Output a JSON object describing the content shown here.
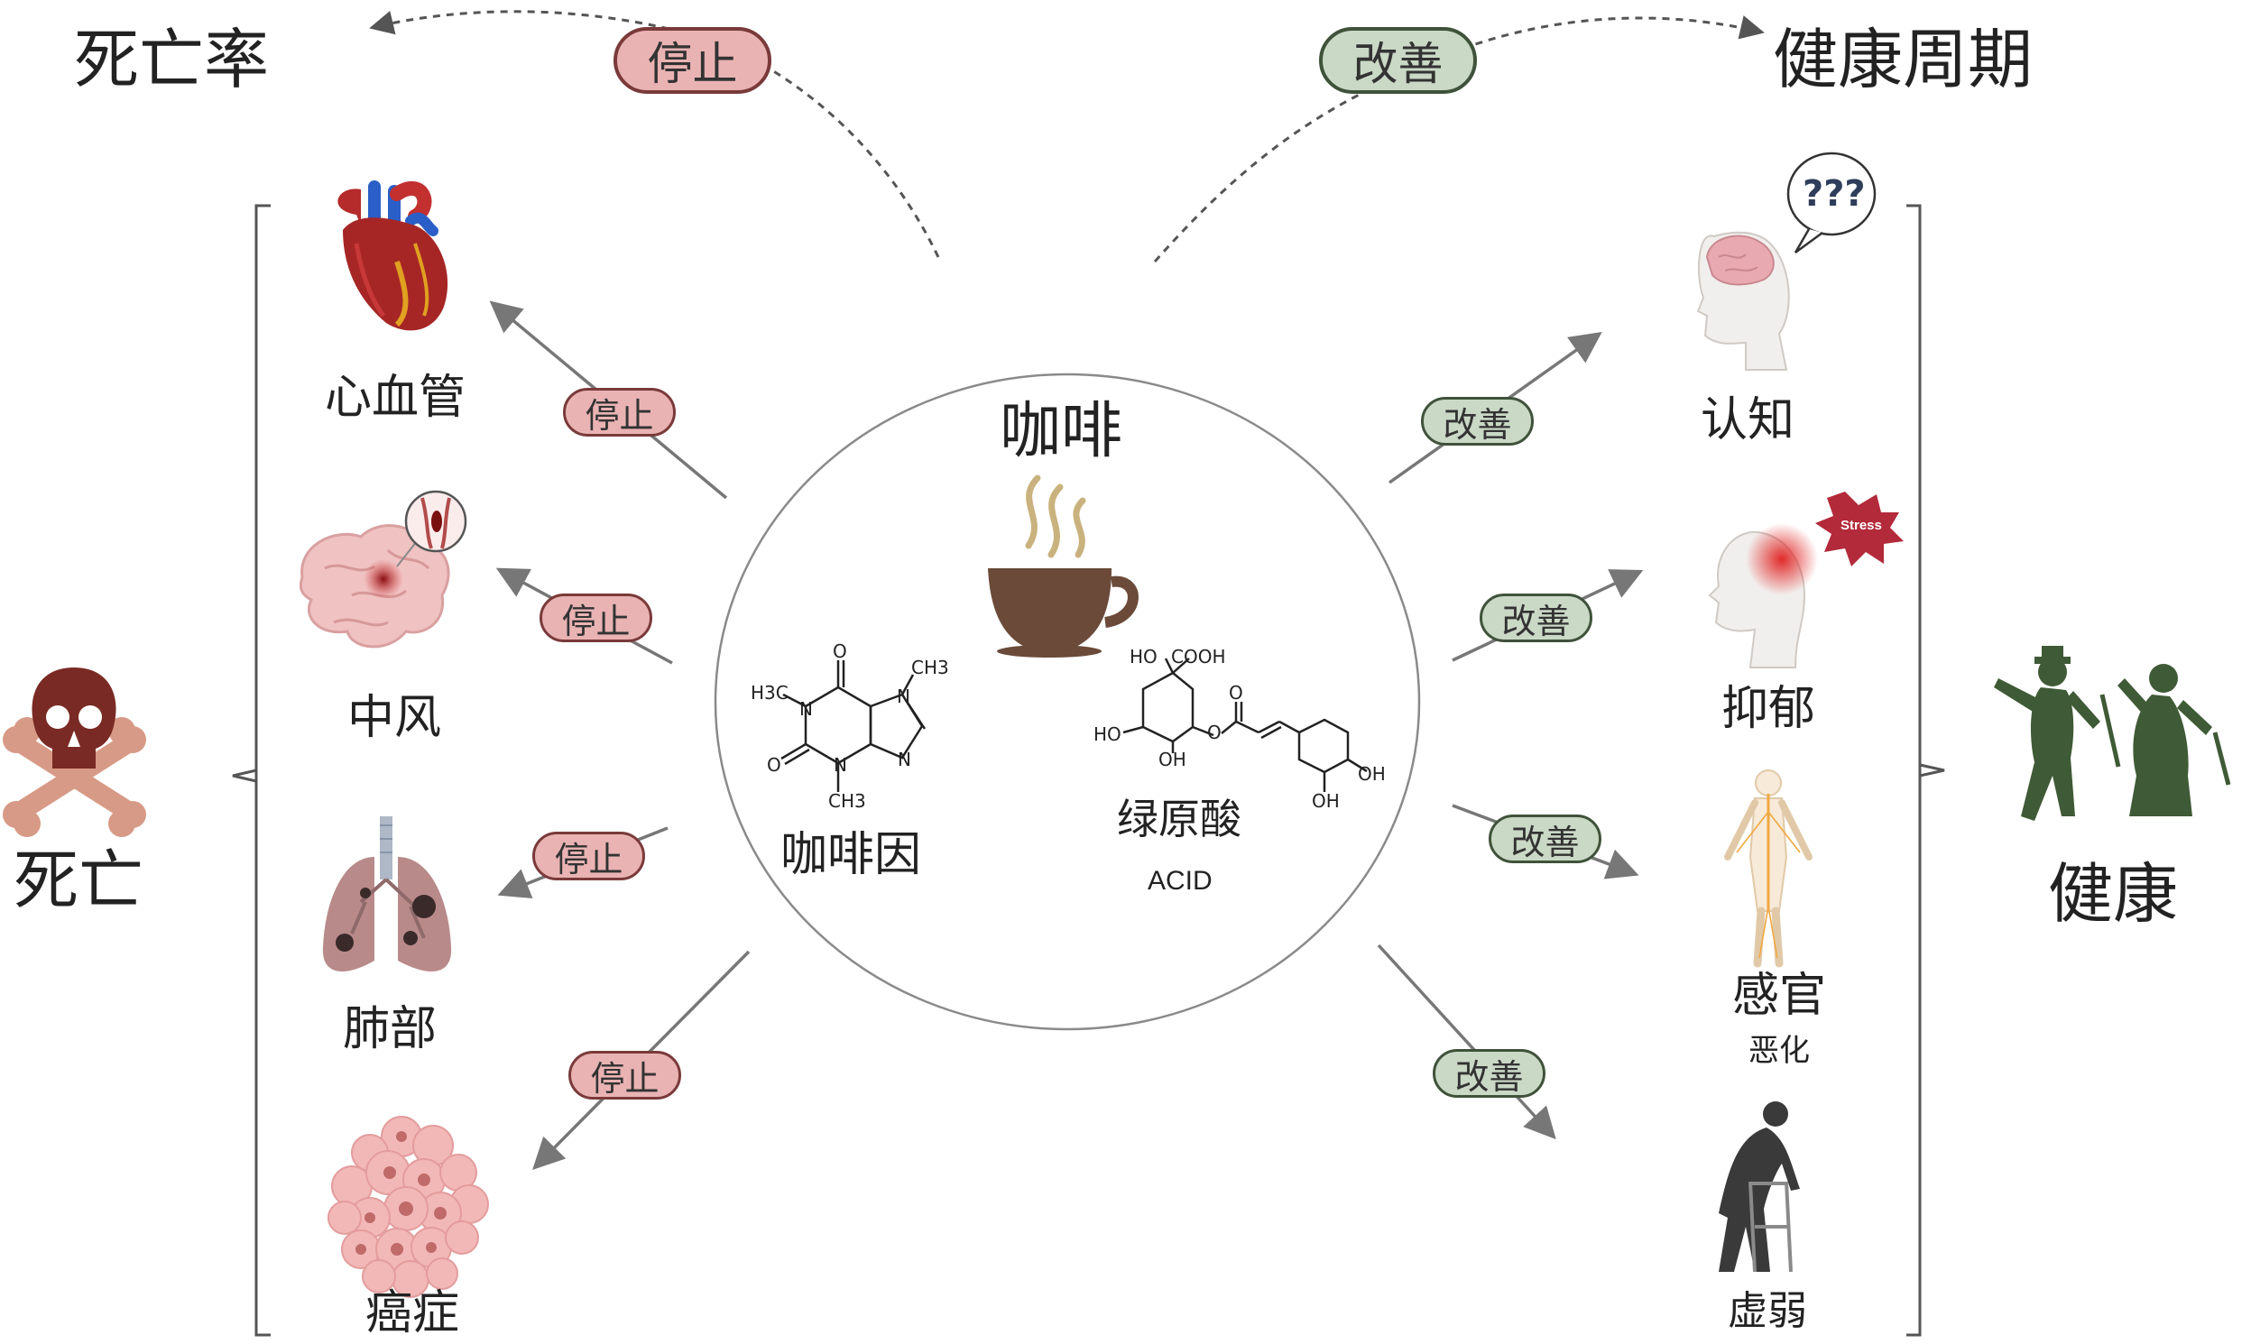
{
  "header": {
    "left_title": "死亡率",
    "right_title": "健康周期",
    "left_pill": "停止",
    "right_pill": "改善"
  },
  "left_side": {
    "label": "死亡",
    "icon": "skull-crossbones-icon",
    "items": [
      {
        "label": "心血管",
        "icon": "heart-icon",
        "pill": "停止"
      },
      {
        "label": "中风",
        "icon": "brain-stroke-icon",
        "pill": "停止"
      },
      {
        "label": "肺部",
        "icon": "lungs-icon",
        "pill": "停止"
      },
      {
        "label": "癌症",
        "icon": "tumor-cells-icon",
        "pill": "停止"
      }
    ]
  },
  "right_side": {
    "label": "健康",
    "icon": "elderly-couple-dancing-icon",
    "items": [
      {
        "label": "认知",
        "icon": "head-question-icon",
        "pill": "改善",
        "bubble": "???"
      },
      {
        "label": "抑郁",
        "icon": "head-stress-icon",
        "pill": "改善",
        "badge": "Stress"
      },
      {
        "label": "感官",
        "sublabel": "恶化",
        "icon": "nervous-system-icon",
        "pill": "改善"
      },
      {
        "label": "虚弱",
        "icon": "elderly-walker-icon",
        "pill": "改善"
      }
    ]
  },
  "center": {
    "title": "咖啡",
    "icon": "coffee-cup-icon",
    "compounds": [
      {
        "label": "咖啡因",
        "icon": "caffeine-structure-icon",
        "atoms": [
          "H3C",
          "CH3",
          "CH3",
          "N",
          "N",
          "N",
          "N",
          "O",
          "O"
        ]
      },
      {
        "label": "绿原酸",
        "sublabel": "ACID",
        "icon": "chlorogenic-acid-structure-icon",
        "atoms": [
          "HO",
          "COOH",
          "HO",
          "OH",
          "O",
          "O",
          "OH",
          "OH"
        ]
      }
    ]
  },
  "colors": {
    "stop_fill": "#eab3b3",
    "stop_border": "#7a3a3a",
    "improve_fill": "#cad8c6",
    "improve_border": "#3f523a",
    "coffee": "#6b4a3a",
    "skull": "#7a2a24",
    "bones": "#d79a86",
    "couple": "#3f5a36"
  }
}
